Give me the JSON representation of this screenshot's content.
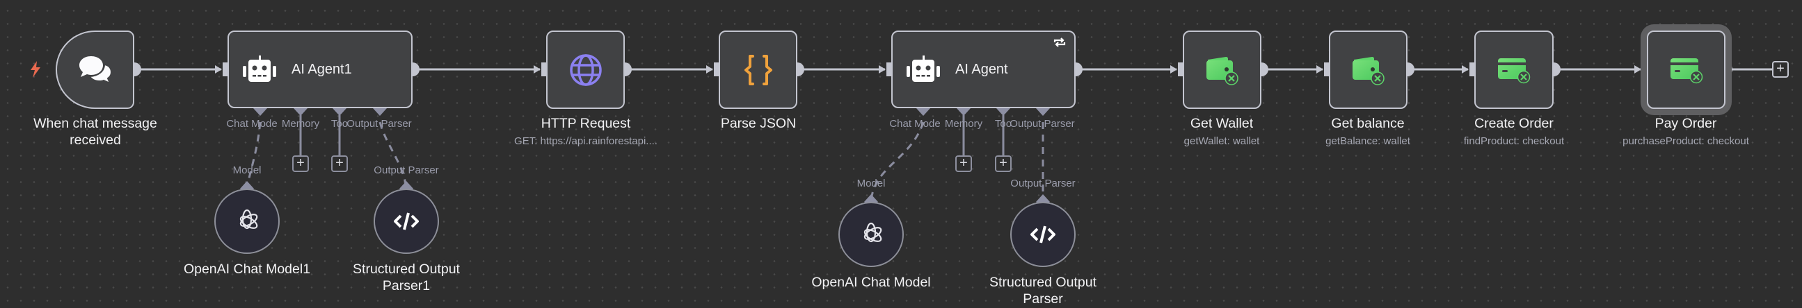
{
  "trigger": {
    "icon": "lightning-icon",
    "color": "#e8694f"
  },
  "nodes": [
    {
      "id": "chat-trigger",
      "title_line1": "When chat message",
      "title_line2": "received",
      "icon": "chat-bubbles-icon"
    },
    {
      "id": "ai-agent1",
      "title": "AI Agent1",
      "icon": "robot-icon",
      "ports": [
        "Chat Model",
        "Memory",
        "Tool",
        "Output Parser"
      ],
      "port_labels_shown": [
        "Chat Mode",
        "Memory",
        "Too",
        "Output Parser"
      ]
    },
    {
      "id": "http-request",
      "title": "HTTP Request",
      "subtitle": "GET: https://api.rainforestapi....",
      "icon": "globe-icon",
      "icon_color": "#8b80f0"
    },
    {
      "id": "parse-json",
      "title": "Parse JSON",
      "icon": "curly-braces-icon",
      "icon_color": "#f0a23c"
    },
    {
      "id": "ai-agent",
      "title": "AI Agent",
      "icon": "robot-icon",
      "badge_icon": "loop-icon",
      "ports": [
        "Chat Model",
        "Memory",
        "Tool",
        "Output Parser"
      ],
      "port_labels_shown": [
        "Chat Mode",
        "Memory",
        "Too",
        "Output Parser"
      ]
    },
    {
      "id": "get-wallet",
      "title": "Get Wallet",
      "subtitle": "getWallet: wallet",
      "icon": "wallet-icon",
      "icon_color": "#5dd66a"
    },
    {
      "id": "get-balance",
      "title": "Get balance",
      "subtitle": "getBalance: wallet",
      "icon": "wallet-icon",
      "icon_color": "#5dd66a"
    },
    {
      "id": "create-order",
      "title": "Create Order",
      "subtitle": "findProduct: checkout",
      "icon": "credit-card-icon",
      "icon_color": "#5dd66a"
    },
    {
      "id": "pay-order",
      "title": "Pay Order",
      "subtitle": "purchaseProduct: checkout",
      "icon": "credit-card-icon",
      "icon_color": "#5dd66a",
      "selected": true
    }
  ],
  "subnodes": [
    {
      "id": "openai-chat-model1",
      "title": "OpenAI Chat Model1",
      "port_label": "Model",
      "icon": "openai-icon"
    },
    {
      "id": "structured-output-parser1",
      "title_line1": "Structured Output",
      "title_line2": "Parser1",
      "port_label": "Output Parser",
      "icon": "code-icon"
    },
    {
      "id": "openai-chat-model",
      "title": "OpenAI Chat Model",
      "port_label": "Model",
      "icon": "openai-icon"
    },
    {
      "id": "structured-output-parser",
      "title_line1": "Structured Output",
      "title_line2": "Parser",
      "port_label": "Output Parser",
      "icon": "code-icon"
    }
  ],
  "plus_symbol": "+"
}
